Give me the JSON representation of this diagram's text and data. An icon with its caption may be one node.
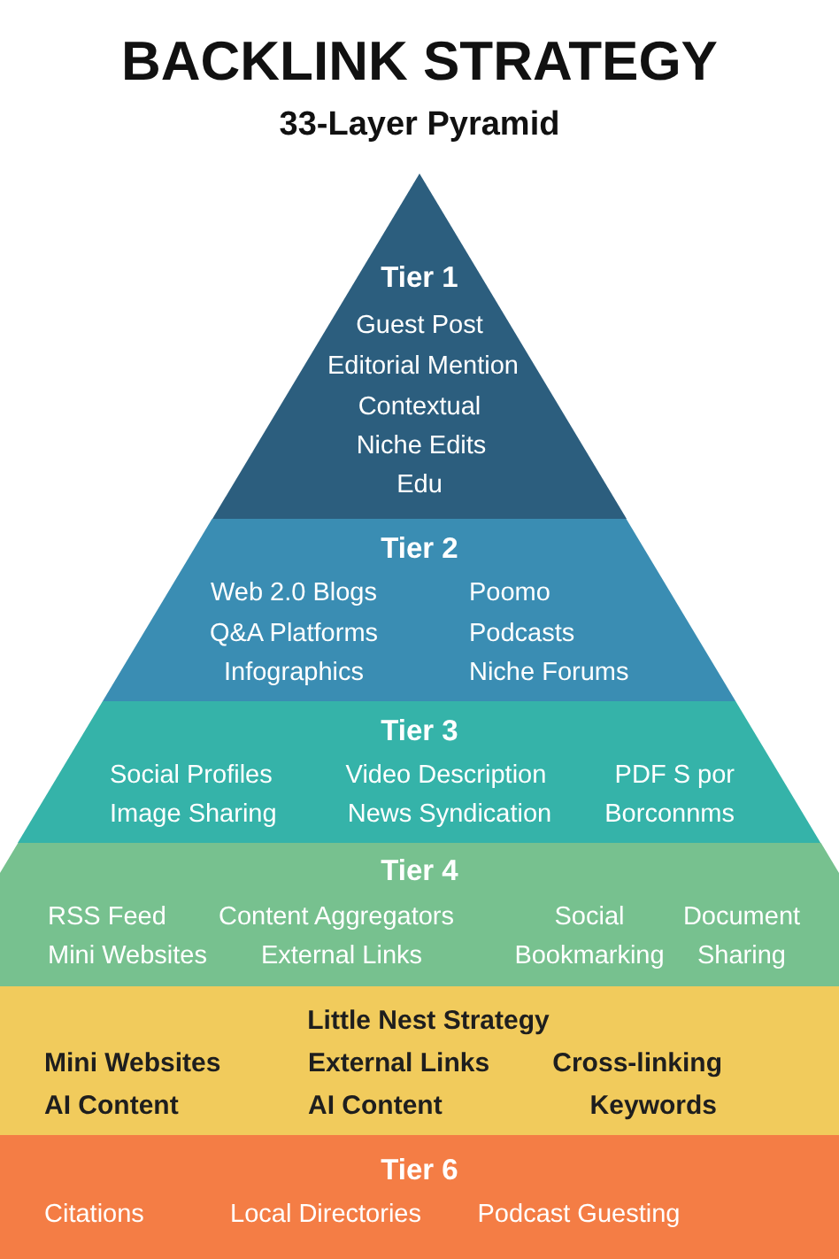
{
  "diagram": {
    "title": "BACKLINK STRATEGY",
    "nodes": [
      {
        "text": [
          "Tier 1",
          "Guest Post",
          "Editorial Mention",
          "Contextual",
          "Niche Edits",
          "Edu"
        ]
      },
      {
        "text": [
          "Tier 2",
          "Web 2.0 Blogs",
          "Poomo",
          "Q&A Platforms",
          "Podcasts",
          "Infographics",
          "Niche Forums"
        ]
      },
      {
        "text": [
          "Tier 3",
          "Social Profiles",
          "Video Description",
          "PDF S por",
          "Image Sharing",
          "News Syndication",
          "Borconnms"
        ]
      },
      {
        "text": [
          "Tier 4",
          "RSS Feed",
          "Content Aggregators",
          "Social Bookmarking",
          "Document Sharing",
          "Mini Websites",
          "External Links"
        ]
      },
      {
        "text": [
          "Little Nest Strategy",
          "Mini Websites",
          "External Links",
          "Cross-linking",
          "AI Content",
          "AI Content",
          "Keywords"
        ]
      },
      {
        "text": [
          "Tier 6",
          "Citations",
          "Local Directories",
          "Podcast Guesting"
        ]
      }
    ],
    "labels": [
      "33-Layer Pyramid"
    ]
  }
}
